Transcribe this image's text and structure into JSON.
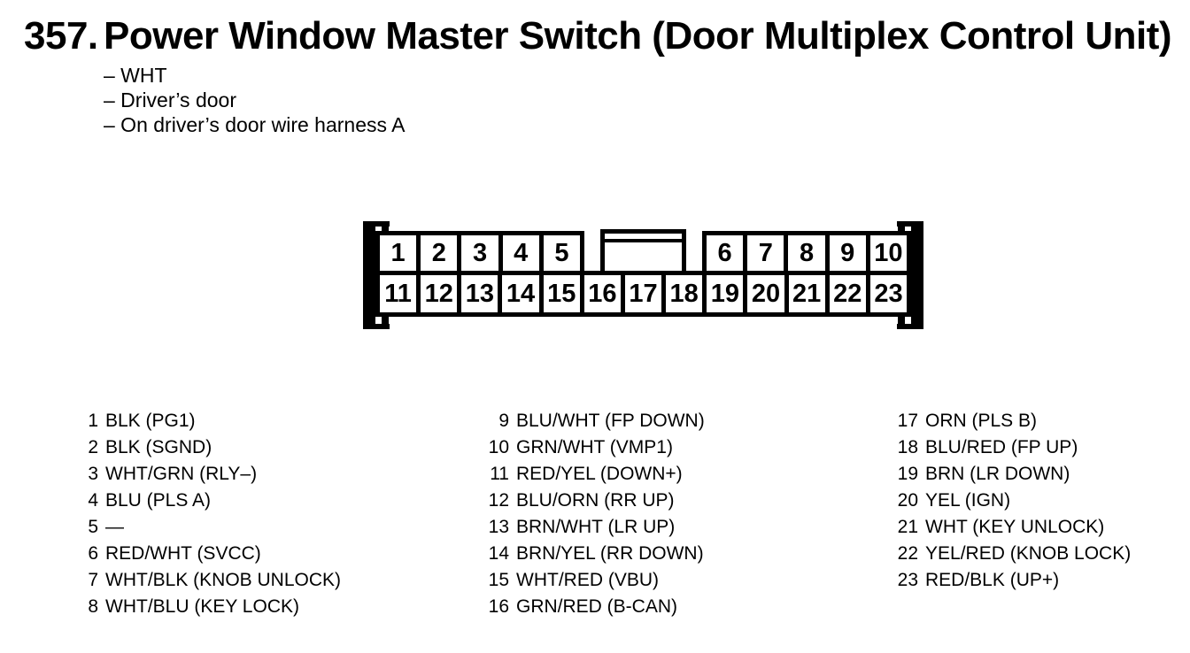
{
  "page": {
    "title_number": "357.",
    "title": "Power Window Master Switch (Door Multiplex Control Unit)"
  },
  "notes": [
    "– WHT",
    "– Driver’s door",
    "– On driver’s door wire harness A"
  ],
  "connector": {
    "description": "23-pin connector front view",
    "top_left_pins": [
      "1",
      "2",
      "3",
      "4",
      "5"
    ],
    "top_right_pins": [
      "6",
      "7",
      "8",
      "9",
      "10"
    ],
    "bottom_pins": [
      "11",
      "12",
      "13",
      "14",
      "15",
      "16",
      "17",
      "18",
      "19",
      "20",
      "21",
      "22",
      "23"
    ]
  },
  "pin_list": {
    "col1": [
      {
        "n": "1",
        "label": "BLK (PG1)"
      },
      {
        "n": "2",
        "label": "BLK (SGND)"
      },
      {
        "n": "3",
        "label": "WHT/GRN (RLY–)"
      },
      {
        "n": "4",
        "label": "BLU (PLS A)"
      },
      {
        "n": "5",
        "label": "—"
      },
      {
        "n": "6",
        "label": "RED/WHT (SVCC)"
      },
      {
        "n": "7",
        "label": "WHT/BLK (KNOB UNLOCK)"
      },
      {
        "n": "8",
        "label": "WHT/BLU (KEY LOCK)"
      }
    ],
    "col2": [
      {
        "n": "9",
        "label": "BLU/WHT (FP DOWN)"
      },
      {
        "n": "10",
        "label": "GRN/WHT (VMP1)"
      },
      {
        "n": "11",
        "label": "RED/YEL (DOWN+)"
      },
      {
        "n": "12",
        "label": "BLU/ORN (RR UP)"
      },
      {
        "n": "13",
        "label": "BRN/WHT (LR UP)"
      },
      {
        "n": "14",
        "label": "BRN/YEL (RR DOWN)"
      },
      {
        "n": "15",
        "label": "WHT/RED (VBU)"
      },
      {
        "n": "16",
        "label": "GRN/RED (B-CAN)"
      }
    ],
    "col3": [
      {
        "n": "17",
        "label": "ORN (PLS B)"
      },
      {
        "n": "18",
        "label": "BLU/RED (FP UP)"
      },
      {
        "n": "19",
        "label": "BRN (LR DOWN)"
      },
      {
        "n": "20",
        "label": "YEL (IGN)"
      },
      {
        "n": "21",
        "label": "WHT (KEY UNLOCK)"
      },
      {
        "n": "22",
        "label": "YEL/RED (KNOB LOCK)"
      },
      {
        "n": "23",
        "label": "RED/BLK (UP+)"
      }
    ]
  },
  "colors": {
    "ink": "#000000",
    "paper": "#ffffff"
  }
}
